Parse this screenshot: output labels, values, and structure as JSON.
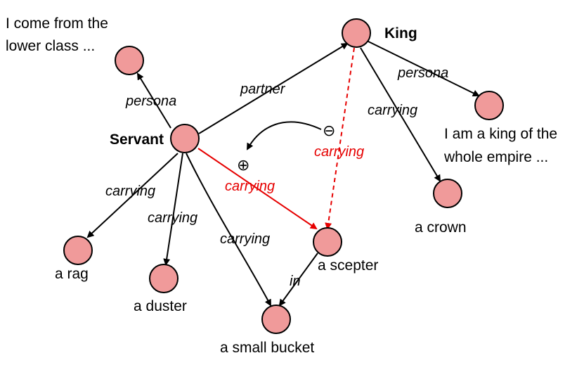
{
  "nodes": {
    "servant": {
      "label": "Servant"
    },
    "king": {
      "label": "King"
    },
    "servant_persona": {
      "label_line1": "I come from the",
      "label_line2": "lower class ..."
    },
    "king_persona": {
      "label_line1": "I am a king of the",
      "label_line2": "whole empire ..."
    },
    "rag": {
      "label": "a rag"
    },
    "duster": {
      "label": "a duster"
    },
    "small_bucket": {
      "label": "a small bucket"
    },
    "scepter": {
      "label": "a scepter"
    },
    "crown": {
      "label": "a crown"
    }
  },
  "edges": {
    "servant_persona": "persona",
    "king_persona": "persona",
    "partner": "partner",
    "king_crown": "carrying",
    "king_scepter_removed": "carrying",
    "servant_scepter_added": "carrying",
    "servant_rag": "carrying",
    "servant_duster": "carrying",
    "servant_bucket": "carrying",
    "scepter_in_bucket": "in"
  },
  "symbols": {
    "minus": "⊖",
    "plus": "⊕"
  },
  "colors": {
    "node_fill": "#f09a9a",
    "added_edge": "#e60000",
    "edge": "#000000"
  }
}
